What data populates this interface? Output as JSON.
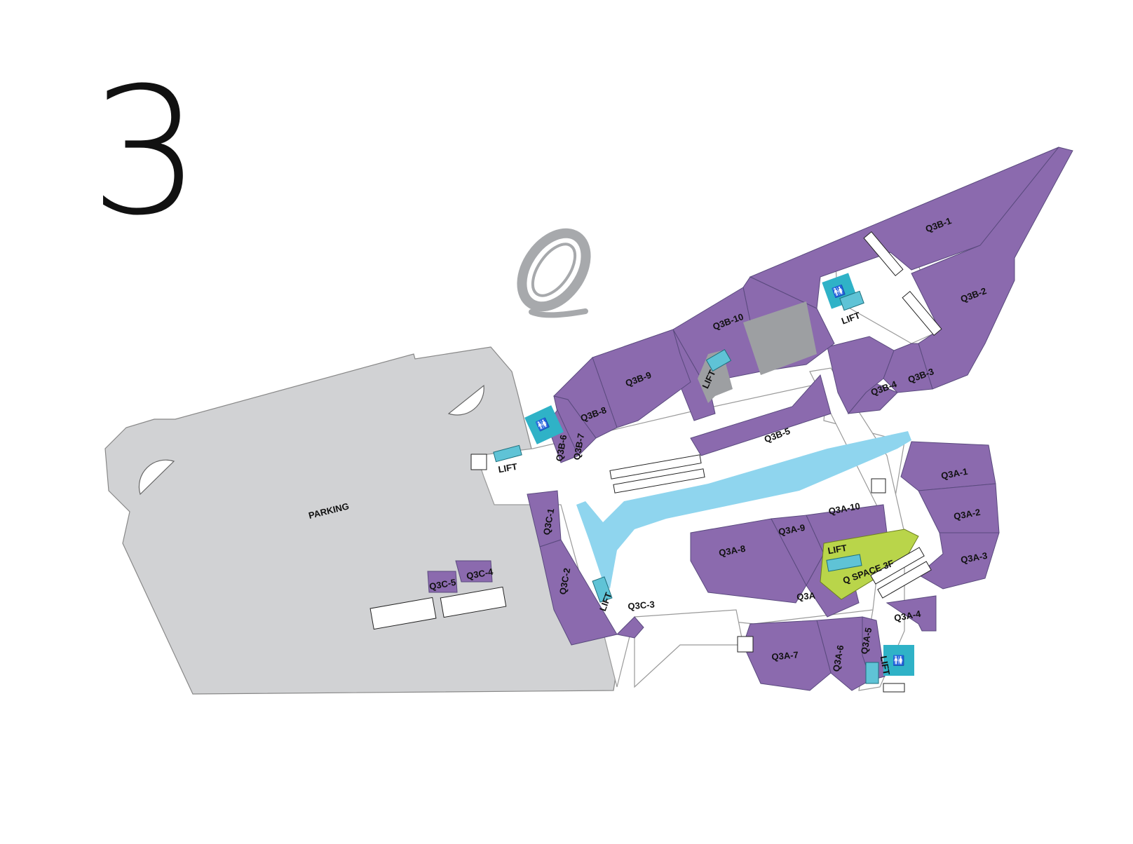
{
  "floor": {
    "number": "3"
  },
  "colors": {
    "unit": "#8b6aae",
    "parking": "#d1d2d4",
    "facility": "#2fb2c7",
    "lift": "#5fc3d6",
    "water": "#8fd5ee",
    "highlight": "#b9d54a",
    "void": "#9d9fa2",
    "logo": "#a7a9ac"
  },
  "logo": {
    "icon": "q-logo-icon"
  },
  "parking": {
    "label": "PARKING"
  },
  "units": [
    {
      "id": "Q3B-1"
    },
    {
      "id": "Q3B-2"
    },
    {
      "id": "Q3B-3"
    },
    {
      "id": "Q3B-4"
    },
    {
      "id": "Q3B-5"
    },
    {
      "id": "Q3B-6"
    },
    {
      "id": "Q3B-7"
    },
    {
      "id": "Q3B-8"
    },
    {
      "id": "Q3B-9"
    },
    {
      "id": "Q3B-10"
    },
    {
      "id": "Q3A-1"
    },
    {
      "id": "Q3A-2"
    },
    {
      "id": "Q3A-3"
    },
    {
      "id": "Q3A-4"
    },
    {
      "id": "Q3A-5"
    },
    {
      "id": "Q3A-6"
    },
    {
      "id": "Q3A-7"
    },
    {
      "id": "Q3A-8"
    },
    {
      "id": "Q3A-9"
    },
    {
      "id": "Q3A-10"
    },
    {
      "id": "Q3A"
    },
    {
      "id": "Q3C-1"
    },
    {
      "id": "Q3C-2"
    },
    {
      "id": "Q3C-3"
    },
    {
      "id": "Q3C-4"
    },
    {
      "id": "Q3C-5"
    }
  ],
  "special": {
    "label": "Q SPACE 3F"
  },
  "facilities": {
    "lift_label": "LIFT",
    "restroom_icon": "restroom-icon",
    "stairs_icon": "stairs-icon",
    "escalator_icon": "escalator-icon"
  }
}
